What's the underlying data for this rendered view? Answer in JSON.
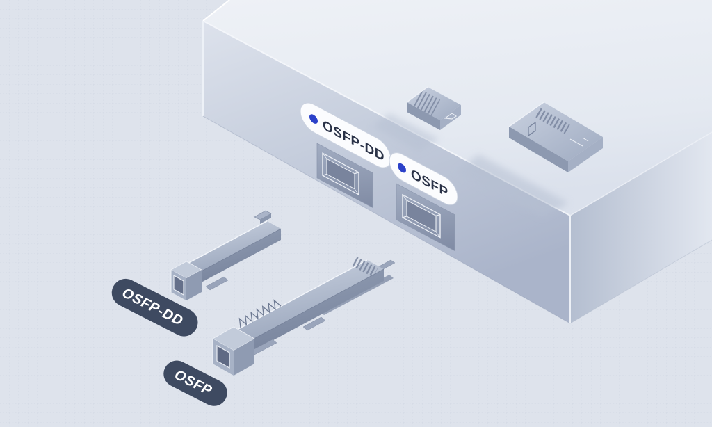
{
  "illustration": {
    "device": {
      "ports": [
        {
          "label": "OSFP-DD"
        },
        {
          "label": "OSFP"
        }
      ]
    },
    "transceivers": [
      {
        "label": "OSFP-DD"
      },
      {
        "label": "OSFP"
      }
    ],
    "colors": {
      "background": "#dee3ec",
      "indicator_dot": "#2a40c9",
      "port_pill_background": "#fbfcfe",
      "port_pill_text": "#2a3247",
      "badge_background": "#3e4a61",
      "badge_text": "#ffffff",
      "device_front_face": "#c0c9da",
      "device_top_face": "#e7ebf2",
      "module_body": "#a3aec4"
    }
  }
}
